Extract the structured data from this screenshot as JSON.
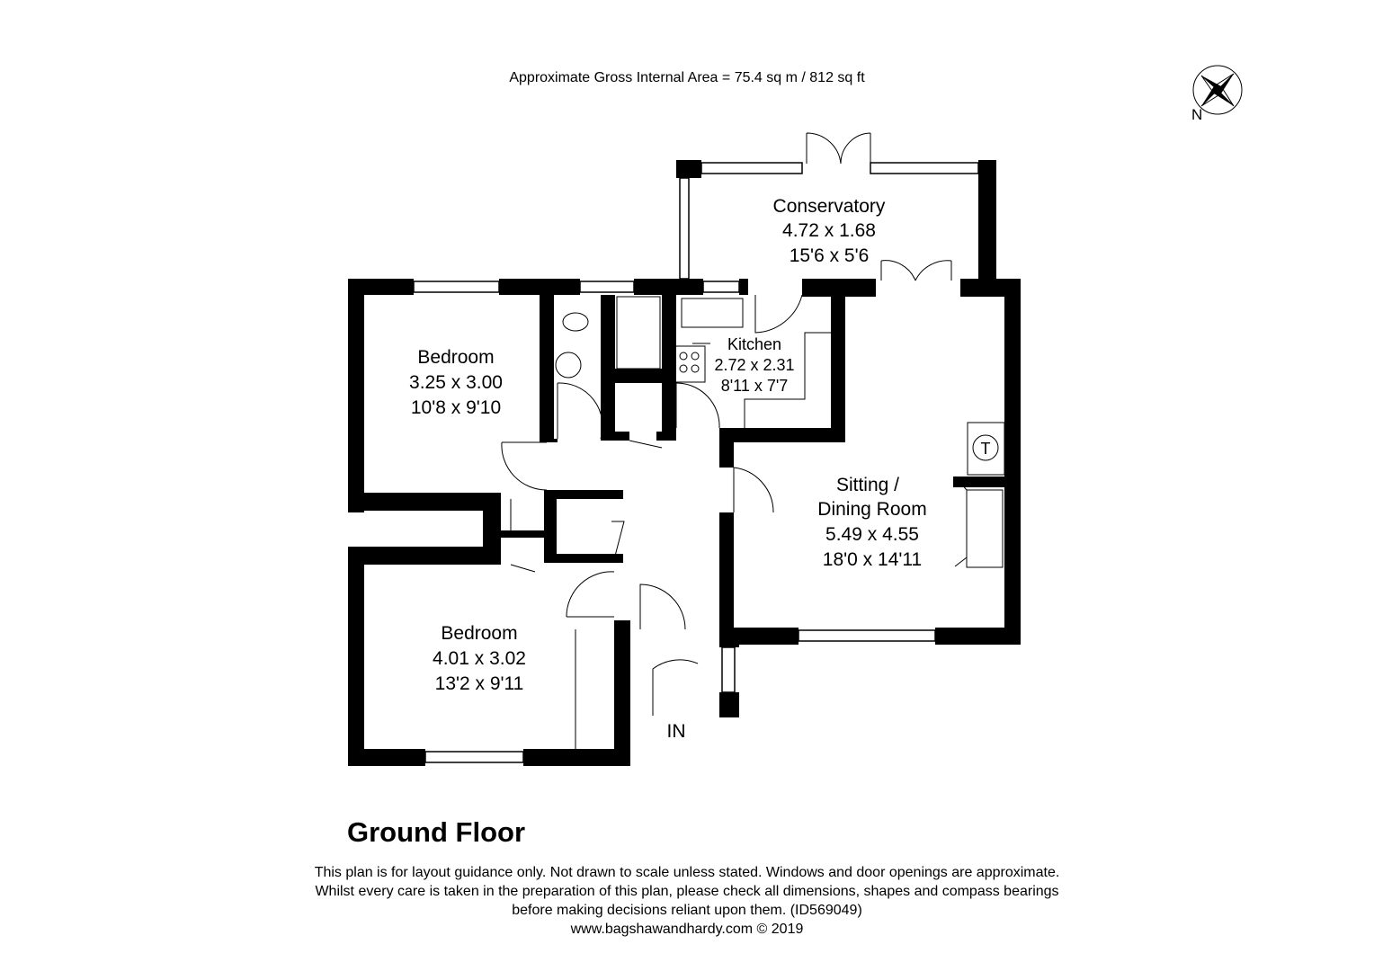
{
  "header": {
    "area": "Approximate Gross Internal Area = 75.4 sq m / 812 sq ft"
  },
  "compass": {
    "label": "N",
    "icon": "compass-rose-icon"
  },
  "rooms": [
    {
      "name": "Conservatory",
      "metric": "4.72 x 1.68",
      "imperial": "15'6 x 5'6"
    },
    {
      "name": "Bedroom",
      "metric": "3.25 x 3.00",
      "imperial": "10'8 x 9'10"
    },
    {
      "name": "Kitchen",
      "metric": "2.72 x 2.31",
      "imperial": "8'11 x 7'7"
    },
    {
      "name": "Sitting /",
      "name2": "Dining Room",
      "metric": "5.49 x 4.55",
      "imperial": "18'0 x 14'11"
    },
    {
      "name": "Bedroom",
      "metric": "4.01 x 3.02",
      "imperial": "13'2 x 9'11"
    }
  ],
  "entrance": "IN",
  "tank": "T",
  "floor_title": "Ground Floor",
  "disclaimer": [
    "This plan is for layout guidance only. Not drawn to scale unless stated. Windows and door openings are approximate.",
    "Whilst every care is taken in the preparation of this plan, please check all dimensions, shapes and compass bearings",
    "before making decisions reliant upon them. (ID569049)",
    "www.bagshawandhardy.com © 2019"
  ]
}
